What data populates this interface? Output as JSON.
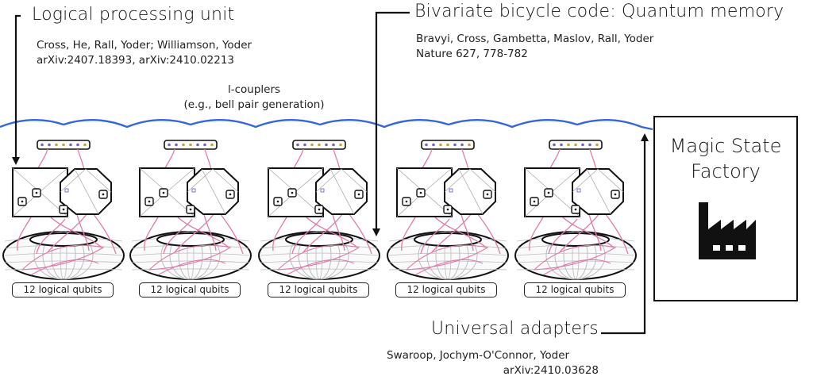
{
  "lpu": {
    "title": "Logical processing unit",
    "authors": "Cross, He, Rall, Yoder; Williamson, Yoder",
    "refs": "arXiv:2407.18393, arXiv:2410.02213"
  },
  "bb": {
    "title": "Bivariate bicycle code: Quantum memory",
    "authors": "Bravyi, Cross, Gambetta, Maslov, Rall, Yoder",
    "refs": "Nature 627, 778-782"
  },
  "couplers": {
    "line1": "l-couplers",
    "line2": "(e.g., bell pair generation)"
  },
  "factory": {
    "line1": "Magic State",
    "line2": "Factory",
    "icon": "factory-icon"
  },
  "adapters": {
    "title": "Universal adapters",
    "authors": "Swaroop, Jochym-O'Connor, Yoder",
    "refs": "arXiv:2410.03628"
  },
  "modules": [
    {
      "label": "12 logical qubits"
    },
    {
      "label": "12 logical qubits"
    },
    {
      "label": "12 logical qubits"
    },
    {
      "label": "12 logical qubits"
    },
    {
      "label": "12 logical qubits"
    }
  ],
  "colors": {
    "coupler_line": "#3366dd",
    "wire": "#e07aa8",
    "outline": "#111111"
  }
}
